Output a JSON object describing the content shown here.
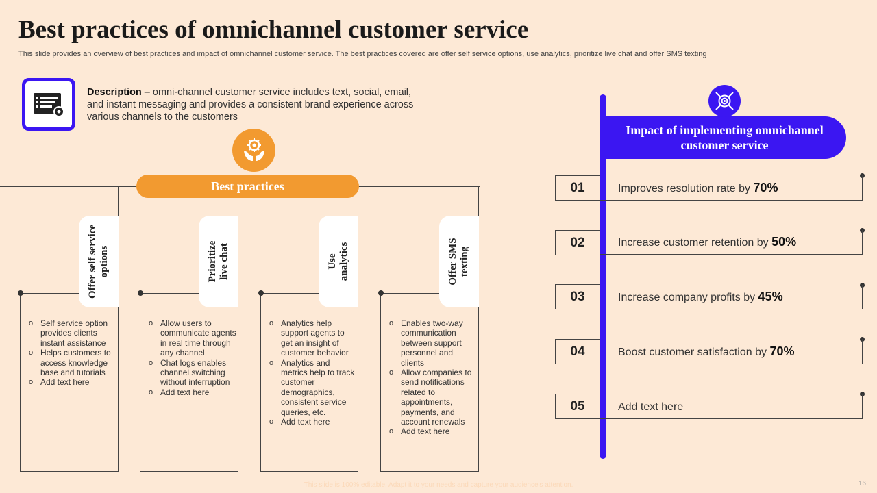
{
  "slide": {
    "title": "Best practices of omnichannel customer service",
    "subtitle": "This slide provides an overview of best practices and impact of omnichannel customer service. The best practices covered are offer self service options, use analytics, prioritize live chat and offer SMS texting",
    "footer": "This slide is 100% editable. Adapt it to your needs and capture your audience's attention.",
    "page_number": "16"
  },
  "description": {
    "label": "Description",
    "text": " – omni-channel customer service includes text, social, email, and instant messaging and provides a consistent brand experience across various channels to the customers",
    "icon": "browser-settings-icon"
  },
  "best_practices": {
    "heading": "Best practices",
    "icon": "hands-gear-icon",
    "columns": [
      {
        "tab": "Offer self service options",
        "bullets": [
          "Self service option provides clients instant assistance",
          "Helps customers to access knowledge base and tutorials",
          "Add text here"
        ]
      },
      {
        "tab": "Prioritize live chat",
        "bullets": [
          "Allow users to communicate agents in real time through any channel",
          "Chat logs enables channel switching without interruption",
          "Add text here"
        ]
      },
      {
        "tab": "Use analytics",
        "bullets": [
          "Analytics help support agents to get an insight of customer behavior",
          "Analytics and metrics help to track customer demographics, consistent service queries, etc.",
          "Add text here"
        ]
      },
      {
        "tab": "Offer SMS texting",
        "bullets": [
          "Enables two-way communication between support personnel and clients",
          "Allow companies to send notifications related to appointments, payments, and account renewals",
          "Add text here"
        ]
      }
    ]
  },
  "impact": {
    "heading": "Impact of implementing omnichannel customer service",
    "icon": "target-arrows-icon",
    "rows": [
      {
        "num": "01",
        "text": "Improves resolution rate by ",
        "value": "70%"
      },
      {
        "num": "02",
        "text": "Increase  customer retention by ",
        "value": "50%"
      },
      {
        "num": "03",
        "text": "Increase company profits by ",
        "value": "45%"
      },
      {
        "num": "04",
        "text": "Boost customer satisfaction by ",
        "value": "70%"
      },
      {
        "num": "05",
        "text": "Add text here",
        "value": ""
      }
    ]
  },
  "colors": {
    "accent_orange": "#f29a30",
    "accent_blue": "#3b16f2",
    "background": "#fde9d6"
  }
}
